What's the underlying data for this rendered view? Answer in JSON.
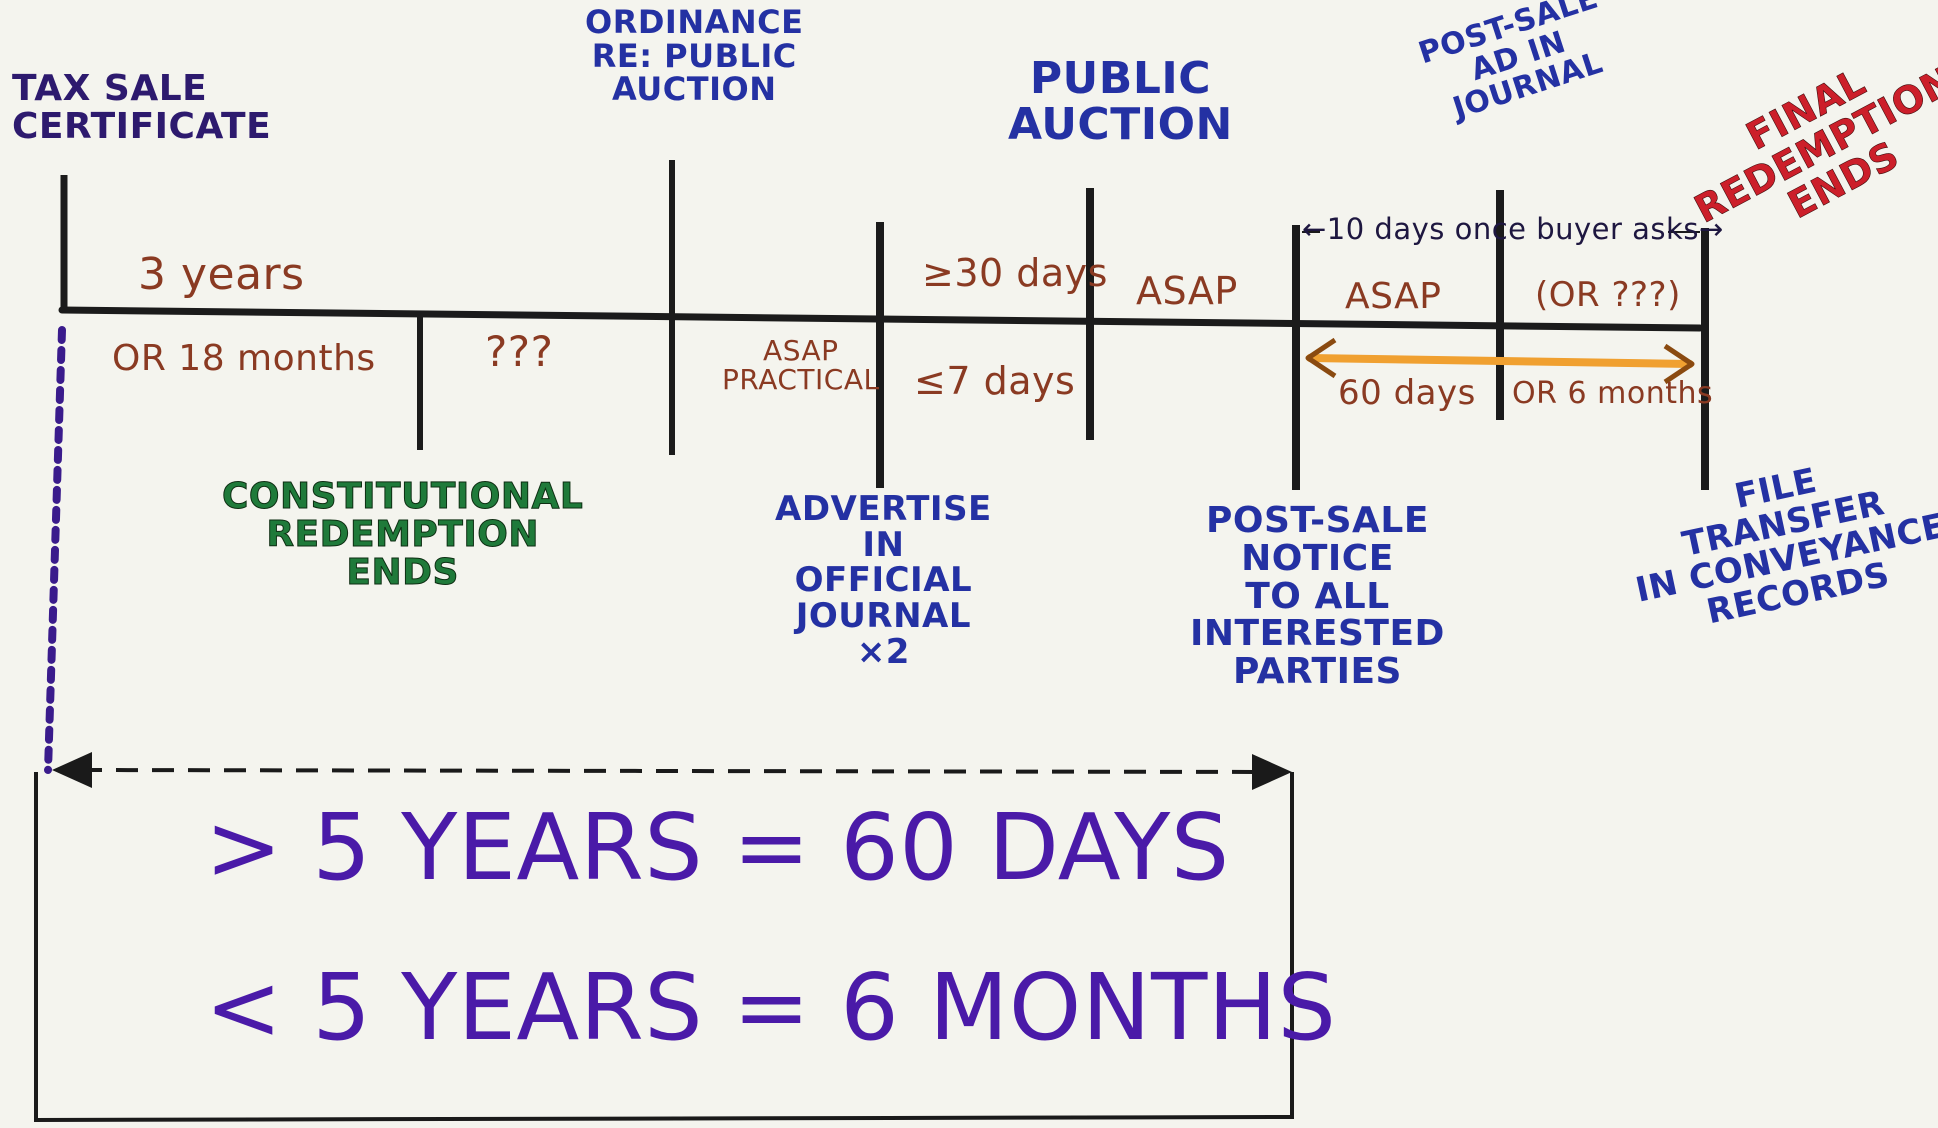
{
  "colors": {
    "timeline": "#1b1b1b",
    "bracket": "#1a1a1a",
    "purple_marker": "#3a1b8c",
    "orange_marker": "#f0a030",
    "brown_text": "#8a3a22",
    "green_text": "#1f7a3a",
    "red_text": "#cc1f2a",
    "blue_text": "#2431a3"
  },
  "events_top": {
    "tax_sale_certificate": "Tax Sale\nCertificate",
    "ordinance": "Ordinance\nRe: Public\nAuction",
    "public_auction": "Public\nAuction",
    "post_sale_ad": "Post-Sale\nAd in\nJournal",
    "final_redemption": "Final\nRedemption\nEnds"
  },
  "events_bottom": {
    "constitutional_redemption": "Constitutional\nRedemption\nEnds",
    "advertise_journal": "Advertise\nin\nOfficial\nJournal\n×2",
    "post_sale_notice": "Post-Sale\nNotice\nto All\nInterested\nParties",
    "file_transfer": "File\nTransfer\nin Conveyance\nRecords"
  },
  "intervals": {
    "three_years": "3 years",
    "or_18_months": "OR 18 months",
    "unknown": "???",
    "asap_practical": "ASAP\nPRACTICAL",
    "gte_30_days": "≥30 days",
    "lte_7_days": "≤7 days",
    "asap_1": "ASAP",
    "asap_2": "ASAP",
    "or_unknown": "(OR ???)",
    "ten_days": "←10 days once buyer asks→",
    "sixty_days": "60 days",
    "or_6_months": "OR 6 months"
  },
  "rules": {
    "more_than": "> 5 YEARS = 60 DAYS",
    "less_than": "< 5 YEARS = 6 MONTHS"
  }
}
